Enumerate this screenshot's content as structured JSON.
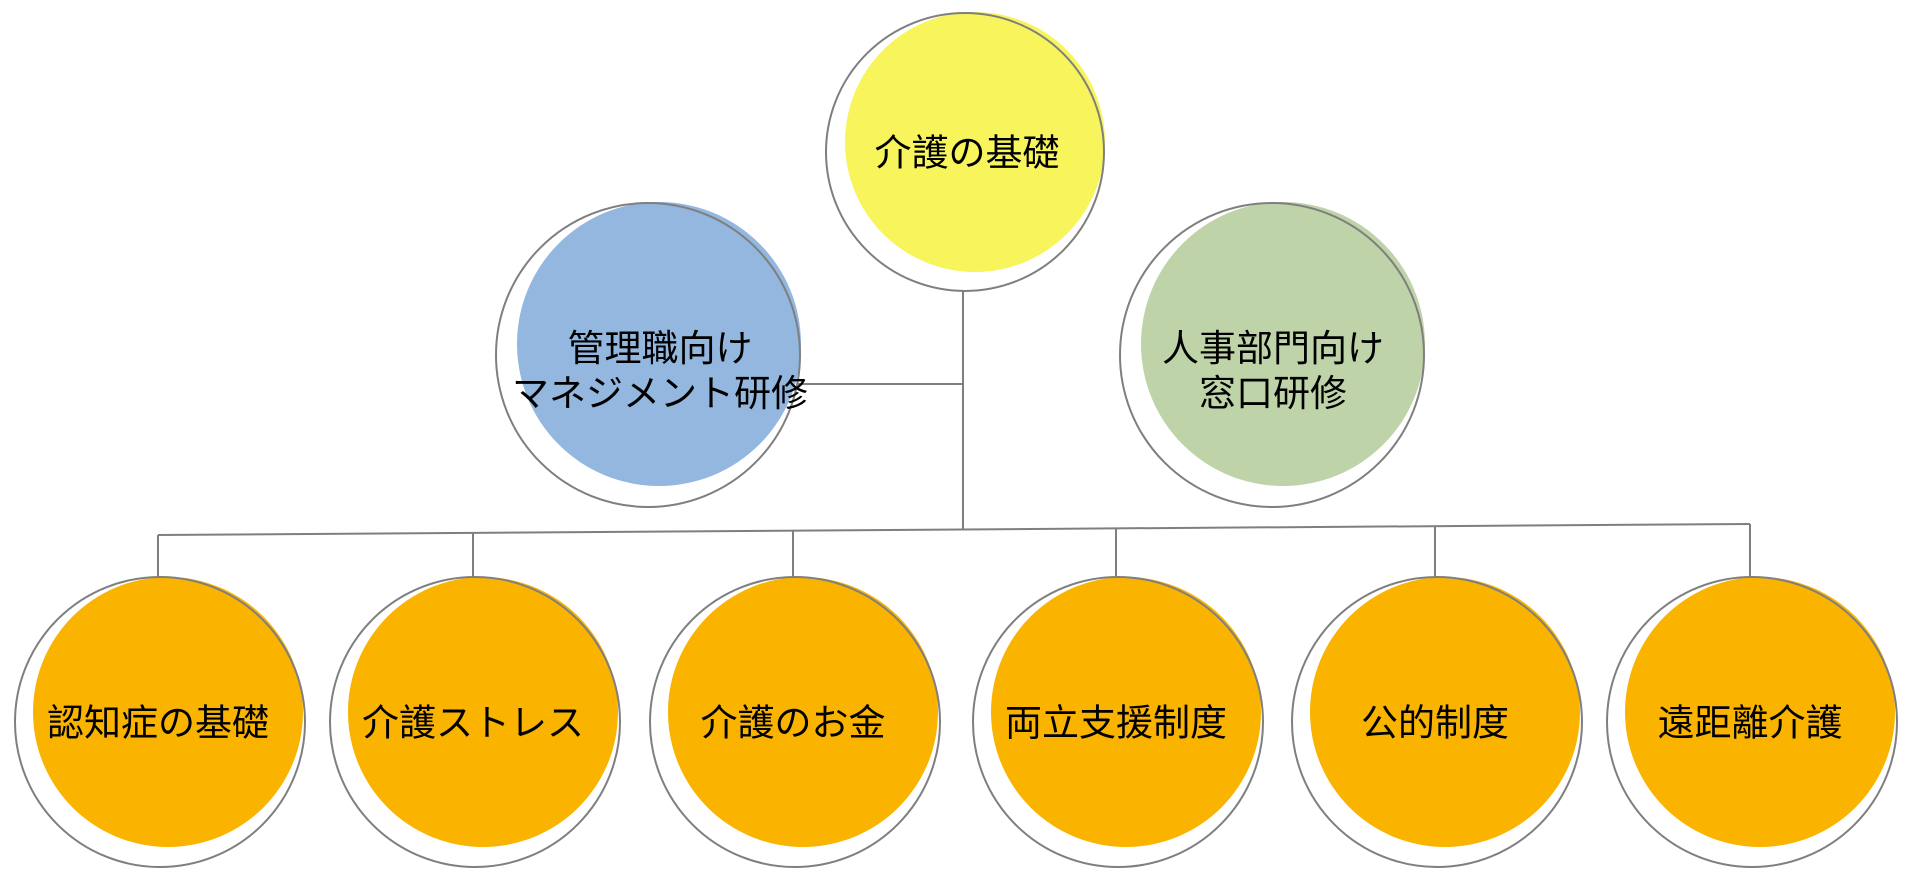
{
  "colors": {
    "root_fill": "#F8F45C",
    "manager_fill": "#93B7DE",
    "hr_fill": "#BFD3A8",
    "topic_fill": "#FAB400",
    "outline": "#7F7F7F",
    "connector": "#7F7F7F",
    "text": "#000000"
  },
  "nodes": {
    "root": {
      "label": "介護の基礎"
    },
    "manager": {
      "label": "管理職向け\nマネジメント研修"
    },
    "hr": {
      "label": "人事部門向け\n窓口研修"
    },
    "topics": [
      {
        "label": "認知症の基礎"
      },
      {
        "label": "介護ストレス"
      },
      {
        "label": "介護のお金"
      },
      {
        "label": "両立支援制度"
      },
      {
        "label": "公的制度"
      },
      {
        "label": "遠距離介護"
      }
    ]
  }
}
